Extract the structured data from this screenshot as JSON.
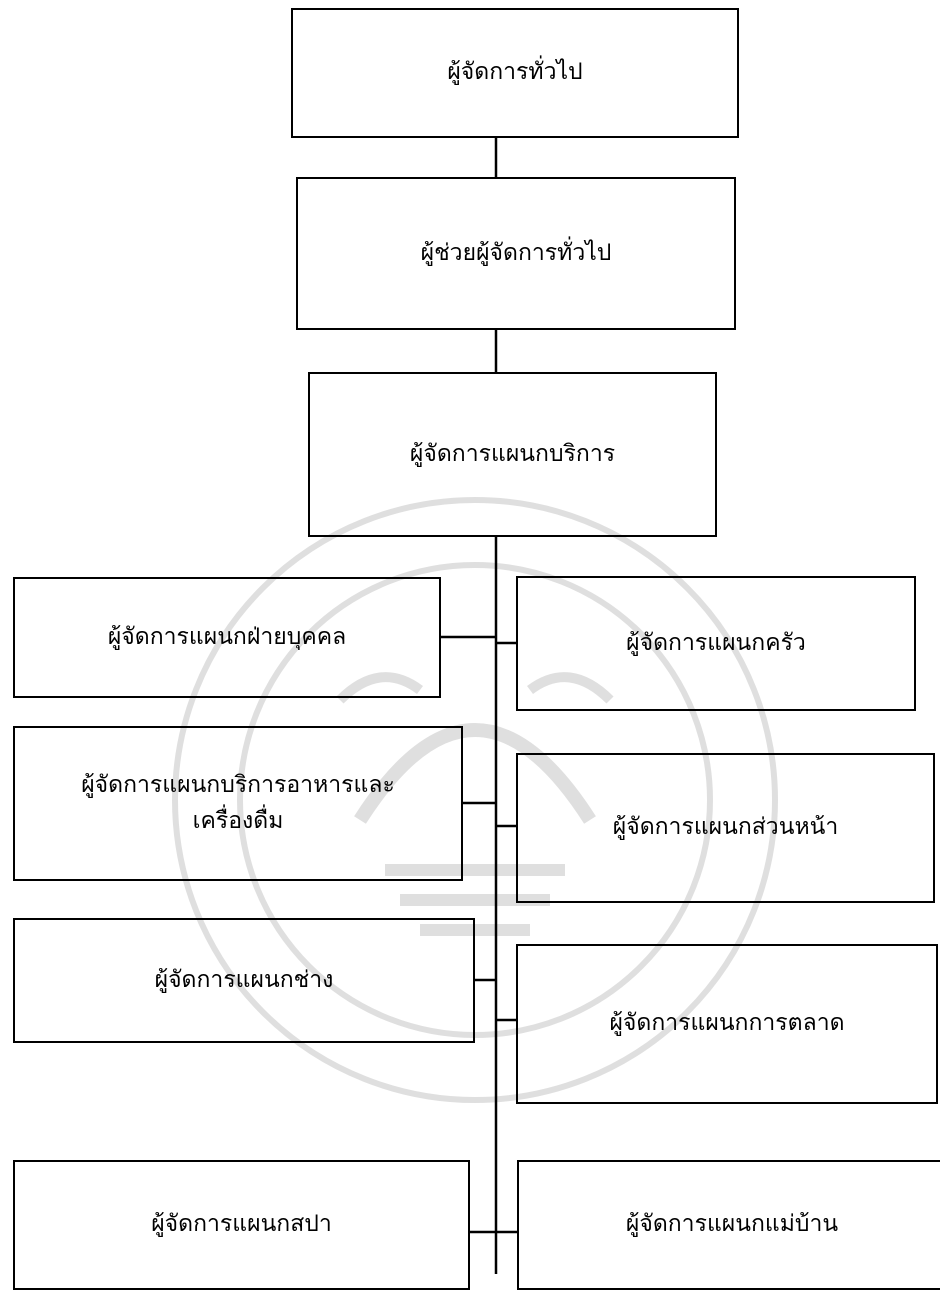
{
  "chart": {
    "top": [
      {
        "id": "gm",
        "label": "ผู้จัดการทั่วไป"
      },
      {
        "id": "agm",
        "label": "ผู้ช่วยผู้จัดการทั่วไป"
      },
      {
        "id": "svc",
        "label": "ผู้จัดการแผนกบริการ"
      }
    ],
    "left": [
      {
        "id": "hr",
        "label": "ผู้จัดการแผนกฝ่ายบุคคล"
      },
      {
        "id": "fb",
        "label": "ผู้จัดการแผนกบริการอาหารและเครื่องดื่ม"
      },
      {
        "id": "eng",
        "label": "ผู้จัดการแผนกช่าง"
      },
      {
        "id": "spa",
        "label": "ผู้จัดการแผนกสปา"
      }
    ],
    "right": [
      {
        "id": "kitchen",
        "label": "ผู้จัดการแผนกครัว"
      },
      {
        "id": "front",
        "label": "ผู้จัดการแผนกส่วนหน้า"
      },
      {
        "id": "mkt",
        "label": "ผู้จัดการแผนกการตลาด"
      },
      {
        "id": "hk",
        "label": "ผู้จัดการแผนกแม่บ้าน"
      }
    ]
  },
  "colors": {
    "line": "#000000",
    "watermark": "#dcdcdc"
  }
}
